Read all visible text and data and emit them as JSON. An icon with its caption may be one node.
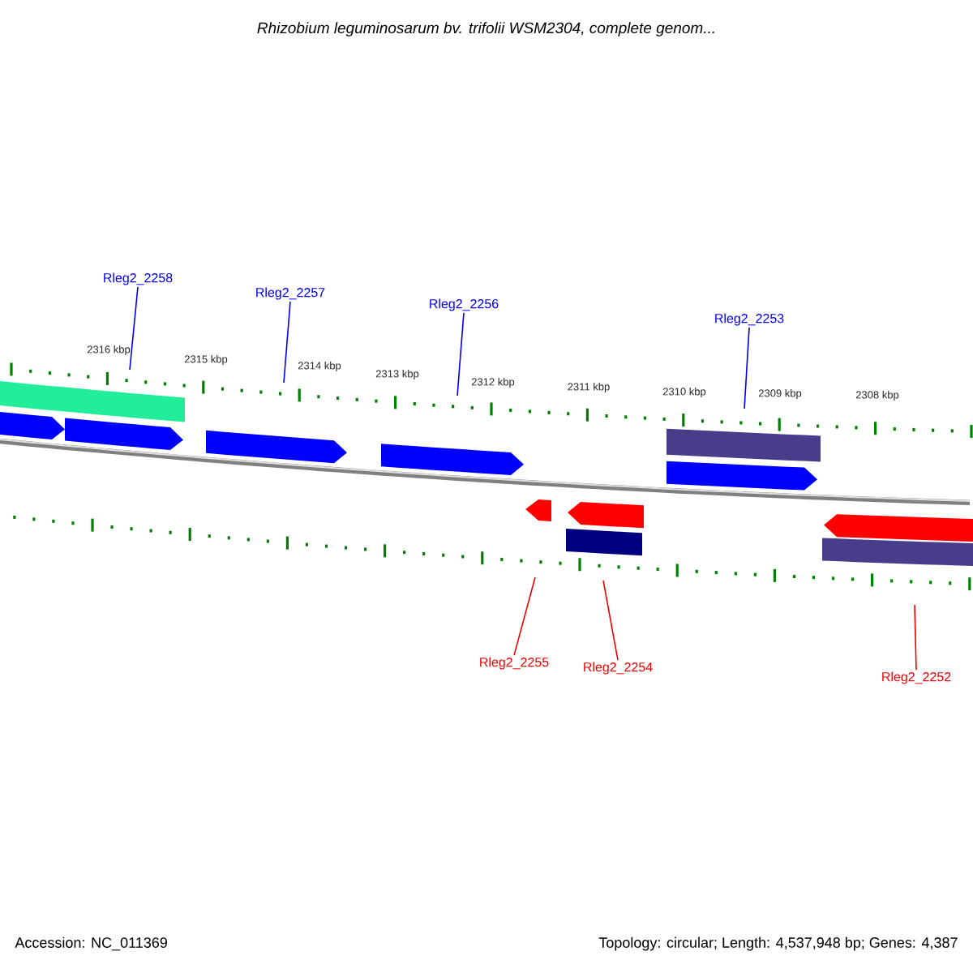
{
  "diagram": {
    "title": "Rhizobium leguminosarum bv. trifolii WSM2304, complete genom...",
    "nodes": [
      {
        "text": [
          "Rleg2_2258"
        ]
      },
      {
        "text": [
          "Rleg2_2257"
        ]
      },
      {
        "text": [
          "Rleg2_2256"
        ]
      },
      {
        "text": [
          "Rleg2_2253"
        ]
      },
      {
        "text": [
          "Rleg2_2255"
        ]
      },
      {
        "text": [
          "Rleg2_2254"
        ]
      },
      {
        "text": [
          "Rleg2_2252"
        ]
      }
    ],
    "edges": [
      {
        "from": 0,
        "to": null,
        "arrow": "none"
      },
      {
        "from": 1,
        "to": null,
        "arrow": "none"
      },
      {
        "from": 2,
        "to": null,
        "arrow": "none"
      },
      {
        "from": 3,
        "to": null,
        "arrow": "none"
      },
      {
        "from": 4,
        "to": null,
        "arrow": "none",
        "color": "#ee0000"
      },
      {
        "from": 5,
        "to": null,
        "arrow": "none",
        "color": "#ee0000"
      },
      {
        "from": 6,
        "to": null,
        "arrow": "none",
        "color": "#ee0000"
      }
    ],
    "labels": [
      "2316 kbp",
      "2315 kbp",
      "2314 kbp",
      "2313 kbp",
      "2312 kbp",
      "2311 kbp",
      "2310 kbp",
      "2309 kbp",
      "2308 kbp",
      "Accession: NC_011369",
      "Topology: circular; Length: 4,537,948 bp; Genes: 4,387"
    ]
  }
}
